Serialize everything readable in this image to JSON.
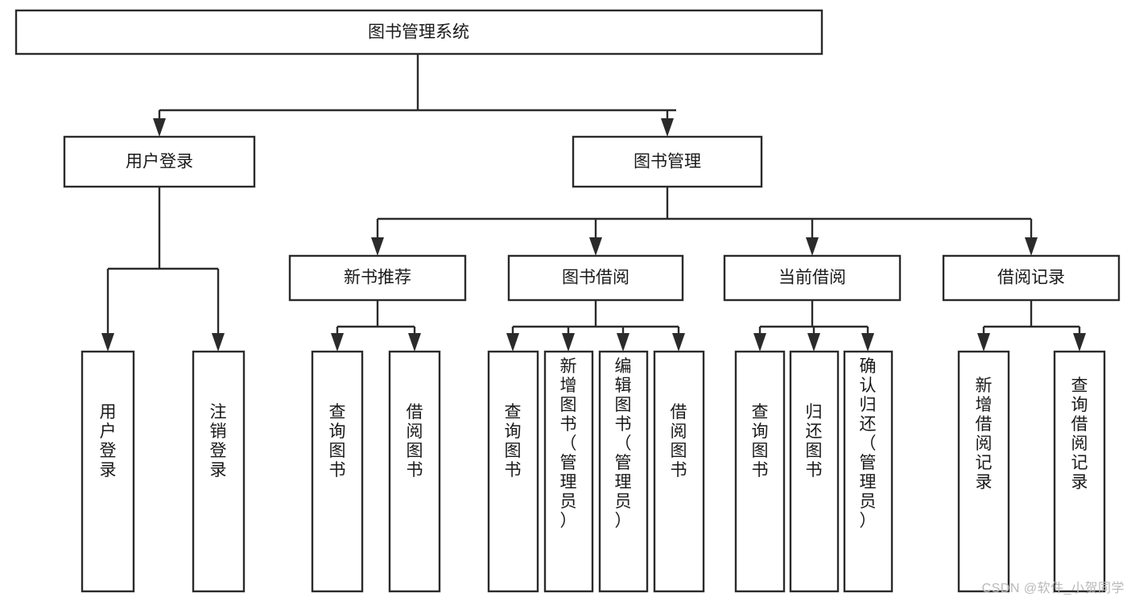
{
  "diagram": {
    "title": "图书管理系统",
    "watermark": "CSDN @软件_小贺同学",
    "colors": {
      "line": "#2b2b2b",
      "box_fill": "#ffffff",
      "text": "#1a1a1a",
      "watermark": "#b9b9b9",
      "background": "#ffffff"
    },
    "nodes": {
      "root": {
        "label": "图书管理系统"
      },
      "level1": [
        {
          "label": "用户登录"
        },
        {
          "label": "图书管理"
        }
      ],
      "level2": [
        {
          "label": "新书推荐"
        },
        {
          "label": "图书借阅"
        },
        {
          "label": "当前借阅"
        },
        {
          "label": "借阅记录"
        }
      ],
      "leaves": [
        {
          "label": "用户登录",
          "parent": "用户登录"
        },
        {
          "label": "注销登录",
          "parent": "用户登录"
        },
        {
          "label": "查询图书",
          "parent": "新书推荐"
        },
        {
          "label": "借阅图书",
          "parent": "新书推荐"
        },
        {
          "label": "查询图书",
          "parent": "图书借阅"
        },
        {
          "label": "新增图书（管理员）",
          "parent": "图书借阅"
        },
        {
          "label": "编辑图书（管理员）",
          "parent": "图书借阅"
        },
        {
          "label": "借阅图书",
          "parent": "图书借阅"
        },
        {
          "label": "查询图书",
          "parent": "当前借阅"
        },
        {
          "label": "归还图书",
          "parent": "当前借阅"
        },
        {
          "label": "确认归还（管理员）",
          "parent": "当前借阅"
        },
        {
          "label": "新增借阅记录",
          "parent": "借阅记录"
        },
        {
          "label": "查询借阅记录",
          "parent": "借阅记录"
        }
      ]
    }
  }
}
